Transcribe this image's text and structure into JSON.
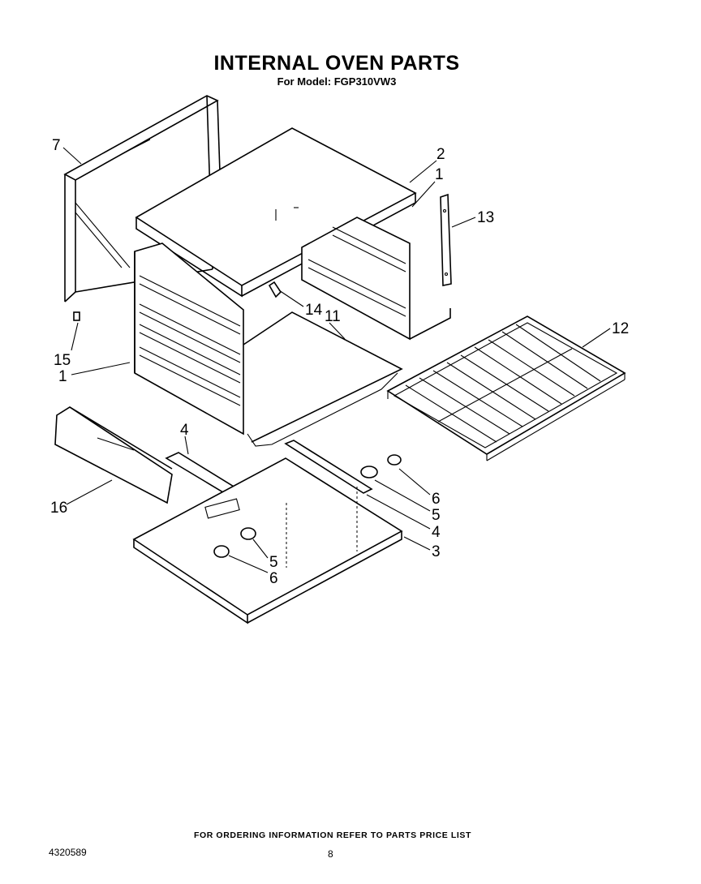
{
  "page": {
    "title": "INTERNAL OVEN PARTS",
    "model_line": "For Model: FGP310VW3",
    "footer": "FOR ORDERING INFORMATION REFER TO PARTS PRICE LIST",
    "doc_number": "4320589",
    "page_number": "8"
  },
  "callouts": {
    "c7": "7",
    "c2": "2",
    "c1_top": "1",
    "c13": "13",
    "c14": "14",
    "c11": "11",
    "c12": "12",
    "c15": "15",
    "c1_left": "1",
    "c4_left": "4",
    "c16": "16",
    "c6_right": "6",
    "c5_right": "5",
    "c4_right": "4",
    "c3": "3",
    "c5_bottom": "5",
    "c6_bottom": "6"
  }
}
